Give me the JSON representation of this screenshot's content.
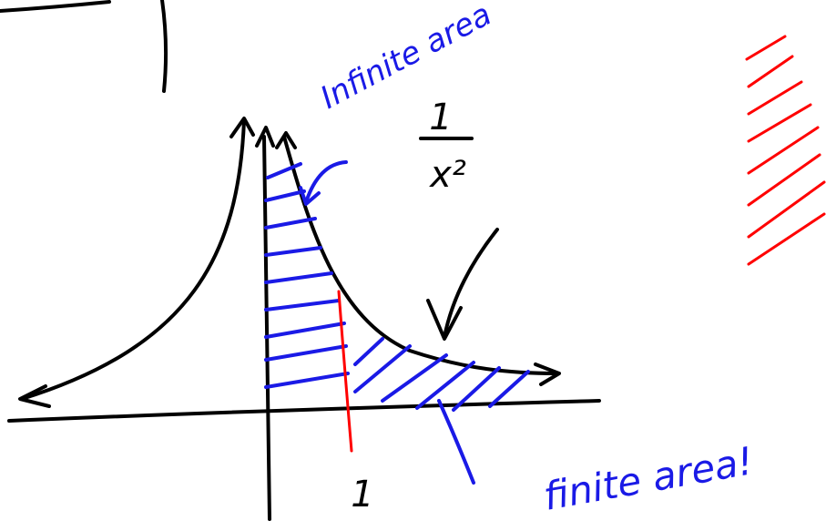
{
  "labels": {
    "infinite_area": "Infinite area",
    "function_numerator": "1",
    "function_denominator": "x²",
    "tick_one": "1",
    "finite_area": "finite area!"
  },
  "colors": {
    "ink_black": "#000000",
    "ink_blue": "#1a1ae6",
    "ink_red": "#ff0000",
    "background": "#ffffff"
  }
}
